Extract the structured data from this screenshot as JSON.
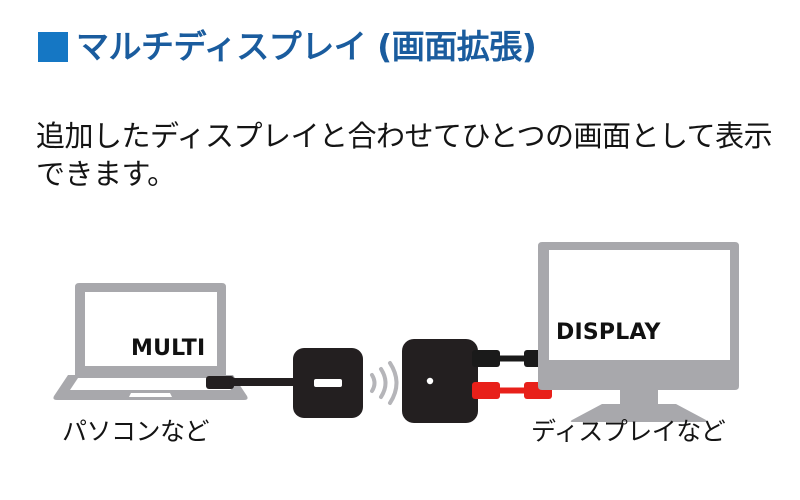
{
  "heading": {
    "bullet_icon": "filled-square-bullet",
    "bullet_color": "#1577c4",
    "text": "マルチディスプレイ (画面拡張)",
    "text_color": "#1a5c9e"
  },
  "description": {
    "text": "追加したディスプレイと合わせてひとつの画面として表示できます。"
  },
  "diagram": {
    "laptop": {
      "screen_label": "MULTI",
      "caption": "パソコンなど",
      "body_color": "#a8a8ac",
      "screen_color": "#ffffff"
    },
    "transmitter": {
      "icon": "wireless-transmitter-dongle",
      "color": "#231f20",
      "indicator": "led-dash-indicator"
    },
    "wireless": {
      "icon": "wireless-signal-waves-icon",
      "wave_count": 3,
      "color": "#b5b5b9"
    },
    "receiver": {
      "icon": "wireless-receiver-box",
      "color": "#231f20",
      "indicator": "led-dot-indicator"
    },
    "cables": {
      "usb_cable": {
        "name": "usb-cable",
        "color": "#231f20"
      },
      "video_cable": {
        "name": "hdmi-video-cable",
        "color": "#1a1a1a"
      },
      "power_cable": {
        "name": "power-cable",
        "color": "#e8201a"
      }
    },
    "display": {
      "screen_label": "DISPLAY",
      "caption": "ディスプレイなど",
      "body_color": "#a8a8ac",
      "screen_color": "#ffffff"
    }
  }
}
